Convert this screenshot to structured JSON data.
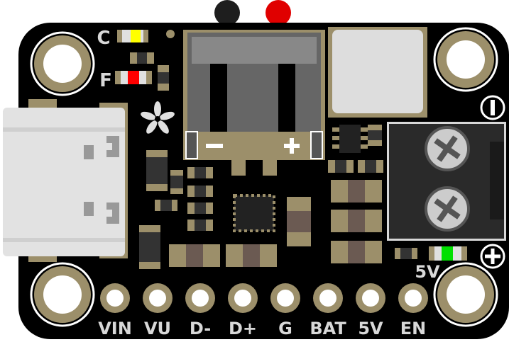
{
  "board": {
    "pins": [
      "VIN",
      "VU",
      "D-",
      "D+",
      "G",
      "BAT",
      "5V",
      "EN"
    ],
    "led_labels": {
      "charge": "C",
      "fault": "F",
      "power": "5V"
    },
    "connector_labels": {
      "minus": "-",
      "plus": "+"
    },
    "terminal_labels": {
      "minus": "−",
      "plus": "+"
    }
  },
  "colors": {
    "pcb": "#000000",
    "pad": "#9c8f6a",
    "silkscreen": "#d8d8d8",
    "led_charge": "#ffff00",
    "led_fault": "#ff0000",
    "led_power": "#00e000",
    "wire_black": "#1e1e1e",
    "wire_red": "#e00000"
  }
}
